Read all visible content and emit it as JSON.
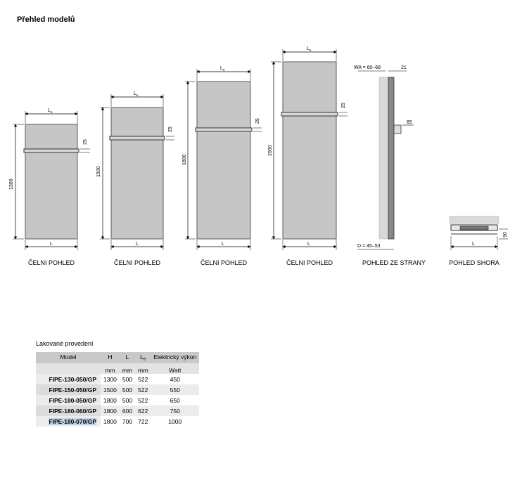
{
  "page": {
    "title": "Přehled modelů"
  },
  "views": {
    "front_views": [
      {
        "label": "ČELNI POHLED",
        "height_label": "1300",
        "width_label": "L",
        "lb_label": "L",
        "lb_sub": "B",
        "bar_label": "25"
      },
      {
        "label": "ČELNI POHLED",
        "height_label": "1500",
        "width_label": "L",
        "lb_label": "L",
        "lb_sub": "B",
        "bar_label": "25"
      },
      {
        "label": "ČELNI POHLED",
        "height_label": "1800",
        "width_label": "L",
        "lb_label": "L",
        "lb_sub": "B",
        "bar_label": "25"
      },
      {
        "label": "ČELNI POHLED",
        "height_label": "2000",
        "width_label": "L",
        "lb_label": "L",
        "lb_sub": "B",
        "bar_label": "25"
      }
    ],
    "side_view": {
      "label": "POHLED ZE STRANY",
      "wa_label": "WA = 60–68",
      "top_label": "21",
      "bracket_label": "65",
      "depth_label": "D = 45–53"
    },
    "top_view": {
      "label": "POHLED SHORA",
      "width_label": "L",
      "height_label": "90"
    }
  },
  "table": {
    "title": "Lakované provedení",
    "headers": {
      "model": "Model",
      "h": "H",
      "l": "L",
      "lb": "L",
      "lb_sub": "B",
      "power": "Elektrický výkon"
    },
    "units": {
      "h": "mm",
      "l": "mm",
      "lb": "mm",
      "power": "Watt"
    },
    "rows": [
      {
        "model": "FIPE-130-050/GP",
        "h": "1300",
        "l": "500",
        "lb": "522",
        "power": "450"
      },
      {
        "model": "FIPE-150-050/GP",
        "h": "1500",
        "l": "500",
        "lb": "522",
        "power": "550"
      },
      {
        "model": "FIPE-180-050/GP",
        "h": "1800",
        "l": "500",
        "lb": "522",
        "power": "650"
      },
      {
        "model": "FIPE-180-060/GP",
        "h": "1800",
        "l": "600",
        "lb": "622",
        "power": "750"
      },
      {
        "model": "FIPE-180-070/GP",
        "h": "1800",
        "l": "700",
        "lb": "722",
        "power": "1000"
      }
    ]
  },
  "colors": {
    "panel": "#c6c6c6",
    "panel_border": "#5a5a5a",
    "line": "#000000",
    "header_bg": "#c9c9c9",
    "highlight": "#bcd3ea"
  }
}
